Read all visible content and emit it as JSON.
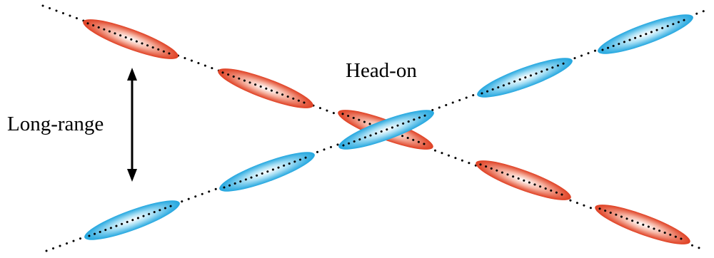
{
  "labels": {
    "head_on": "Head-on",
    "long_range": "Long-range"
  },
  "beams": [
    {
      "name": "red-beam",
      "edge_color": "#e0452a",
      "core_color": "#ffffff",
      "mid_color": "#f08a72"
    },
    {
      "name": "blue-beam",
      "edge_color": "#2aa8df",
      "core_color": "#ffffff",
      "mid_color": "#8fd3f0"
    }
  ],
  "colors": {
    "trajectory": "#000000",
    "arrow": "#000000"
  },
  "icons": {
    "long_range_arrow": "double-headed-vertical-arrow"
  }
}
